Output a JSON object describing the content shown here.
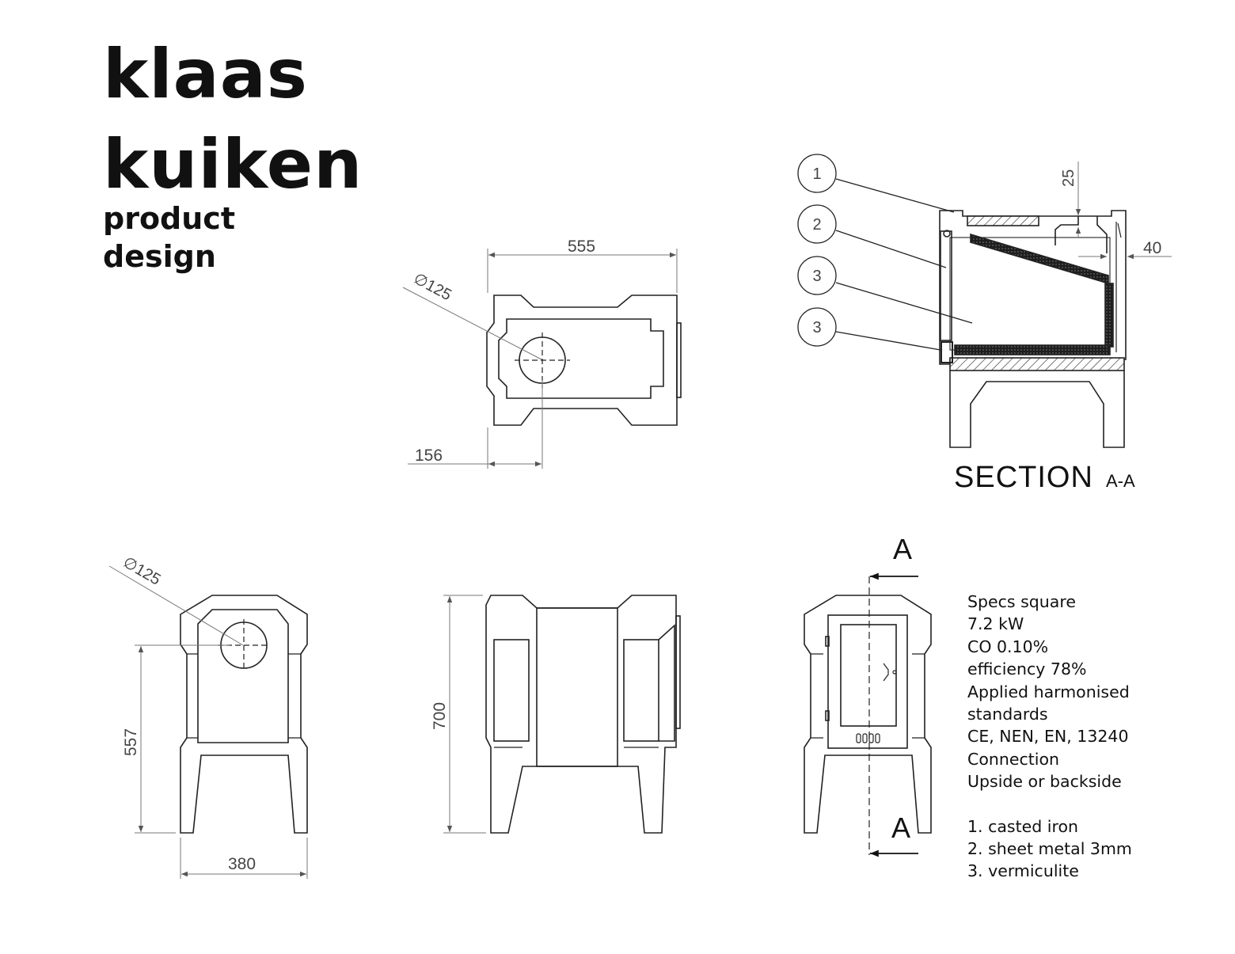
{
  "brand": {
    "line1": "klaas",
    "line2": "kuiken",
    "line3": "product",
    "line4": "design"
  },
  "dimensions": {
    "top_width": "555",
    "top_diameter": "∅125",
    "top_offset": "156",
    "front_diameter": "∅125",
    "front_height": "557",
    "front_width": "380",
    "side_height": "700",
    "section_top": "25",
    "section_right": "40"
  },
  "section": {
    "title": "SECTION",
    "suffix": "A-A",
    "callouts": [
      "1",
      "2",
      "3",
      "3"
    ],
    "cut_label_top": "A",
    "cut_label_bottom": "A"
  },
  "specs": {
    "lines": [
      "Specs square",
      "7.2 kW",
      "CO 0.10%",
      "efficiency 78%",
      "Applied harmonised",
      "standards",
      "CE, NEN, EN, 13240",
      "Connection",
      "Upside or backside"
    ],
    "materials": [
      "1. casted iron",
      "2. sheet metal 3mm",
      "3. vermiculite"
    ]
  },
  "colors": {
    "line": "#222222",
    "dimension": "#777777",
    "insulation": "#2a2a2a"
  }
}
